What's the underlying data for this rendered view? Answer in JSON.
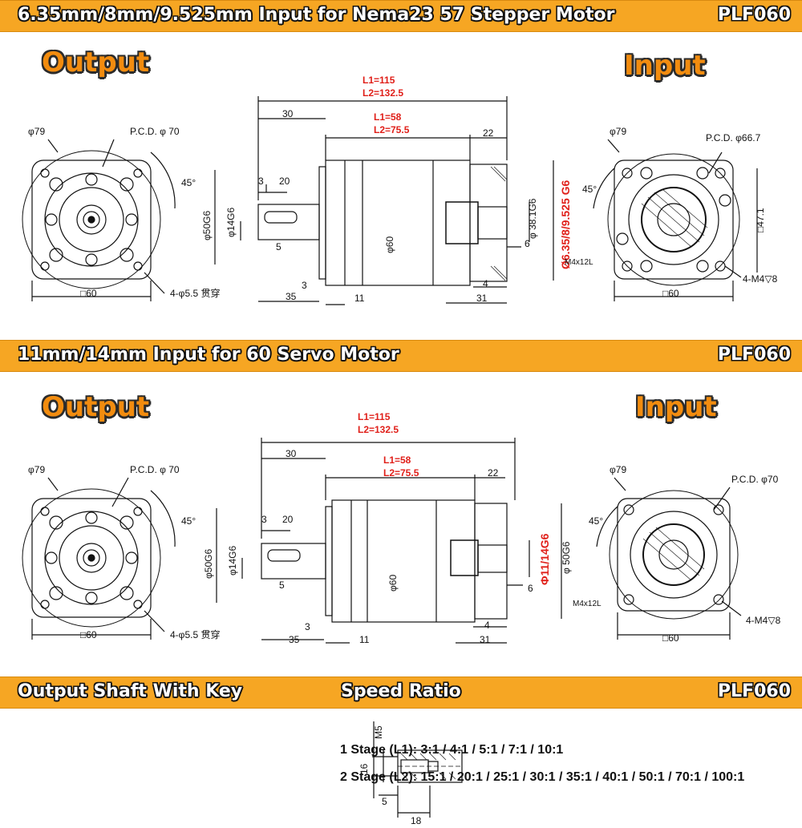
{
  "banners": {
    "top": {
      "title": "6.35mm/8mm/9.525mm Input for Nema23 57 Stepper Motor",
      "code": "PLF060"
    },
    "middle": {
      "title": "11mm/14mm Input for 60 Servo Motor",
      "code": "PLF060"
    },
    "bottom": {
      "title": "Output Shaft With Key",
      "title2": "Speed Ratio",
      "code": "PLF060"
    }
  },
  "headings": {
    "output": "Output",
    "input": "Input"
  },
  "dims": {
    "d79": "φ79",
    "pcd70": "P.C.D. φ 70",
    "pcd667": "P.C.D. φ66.7",
    "pcd70b": "P.C.D. φ70",
    "deg45": "45°",
    "sq60": "□60",
    "hole": "4-φ5.5 贯穿",
    "m4": "4-M4▽8",
    "sq471": "□47.1",
    "l1_115": "L1=115",
    "l2_1325": "L2=132.5",
    "l1_58": "L1=58",
    "l2_755": "L2=75.5",
    "d30": "30",
    "d22": "22",
    "d3": "3",
    "d20": "20",
    "d5": "5",
    "d35": "35",
    "d11": "11",
    "d4": "4",
    "d31": "31",
    "d6": "6",
    "d50": "φ50G6",
    "d14": "φ14G6",
    "d60": "φ60",
    "d381": "φ 38.1G6",
    "dinA": "Ø6.35/8/9.525 G6",
    "m4x12": "M4x12L",
    "dinB": "Φ11/14G6",
    "d50b": "φ 50G6",
    "m5": "M5",
    "d16": "16",
    "d18": "18"
  },
  "ratios": {
    "stage1": "1 Stage (L1): 3:1 / 4:1 / 5:1 / 7:1 / 10:1",
    "stage2": "2 Stage (L2): 15:1 / 20:1 / 25:1 / 30:1 / 35:1 / 40:1 / 50:1 / 70:1 / 100:1"
  }
}
